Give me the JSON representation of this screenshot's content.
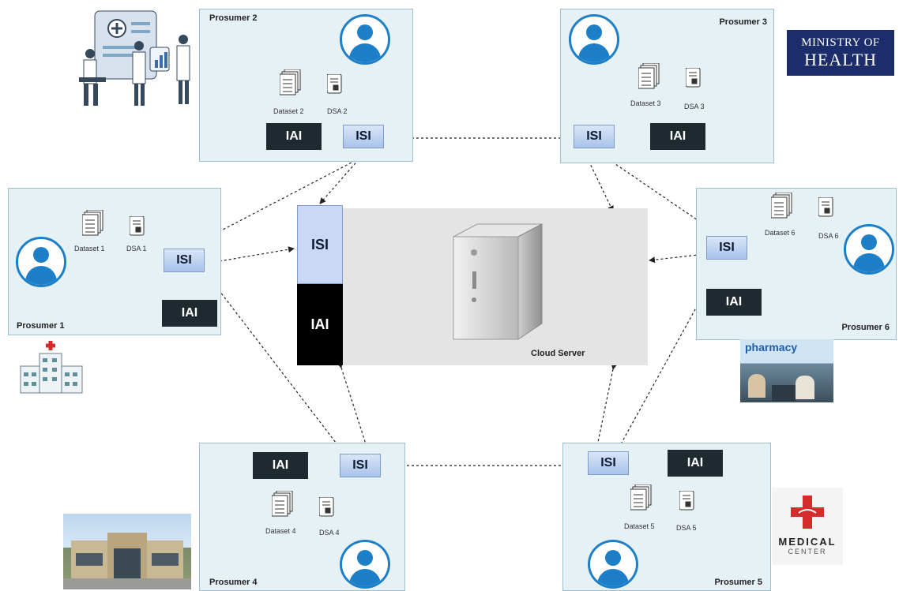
{
  "cloud": {
    "isi_label": "ISI",
    "iai_label": "IAI",
    "label": "Cloud Server"
  },
  "prosumers": [
    {
      "title": "Prosumer 1",
      "isi": "ISI",
      "iai": "IAI",
      "dataset": "Dataset 1",
      "dsa": "DSA 1"
    },
    {
      "title": "Prosumer 2",
      "isi": "ISI",
      "iai": "IAI",
      "dataset": "Dataset 2",
      "dsa": "DSA 2"
    },
    {
      "title": "Prosumer 3",
      "isi": "ISI",
      "iai": "IAI",
      "dataset": "Dataset 3",
      "dsa": "DSA 3"
    },
    {
      "title": "Prosumer 4",
      "isi": "ISI",
      "iai": "IAI",
      "dataset": "Dataset 4",
      "dsa": "DSA 4"
    },
    {
      "title": "Prosumer 5",
      "isi": "ISI",
      "iai": "IAI",
      "dataset": "Dataset 5",
      "dsa": "DSA 5"
    },
    {
      "title": "Prosumer 6",
      "isi": "ISI",
      "iai": "IAI",
      "dataset": "Dataset 6",
      "dsa": "DSA 6"
    }
  ],
  "logos": {
    "ministry_line1": "MINISTRY OF",
    "ministry_line2": "HEALTH",
    "pharmacy": "pharmacy",
    "medical_line1": "MEDICAL",
    "medical_line2": "CENTER"
  },
  "colors": {
    "panel": "#e6f1f6",
    "isi": "#b7cdef",
    "iai": "#1f2a30",
    "user": "#1e7fc9"
  }
}
